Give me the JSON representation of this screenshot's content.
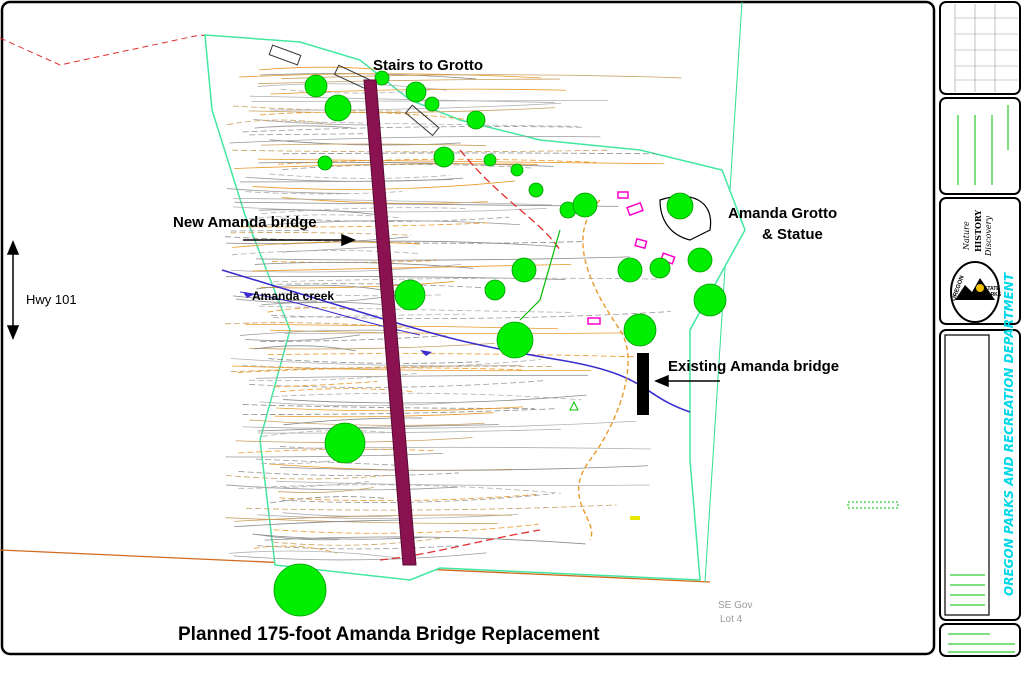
{
  "labels": {
    "stairs": "Stairs to Grotto",
    "new_bridge": "New Amanda bridge",
    "grotto_line1": "Amanda Grotto",
    "grotto_line2": "& Statue",
    "hwy": "Hwy 101",
    "creek": "Amanda creek",
    "existing_bridge": "Existing Amanda bridge",
    "se_gov_line1": "SE Gov",
    "se_gov_line2": "Lot 4",
    "caption": "Planned 175-foot Amanda Bridge Replacement"
  },
  "title_block": {
    "department": "OREGON PARKS AND RECREATION DEPARTMENT",
    "logo_nature": "Nature",
    "logo_history": "HISTORY",
    "logo_discovery": "Discovery",
    "logo_oregon": "OREGON",
    "logo_state_parks": "STATE PARKS"
  },
  "colors": {
    "new_bridge": "#8a1250",
    "existing_bridge": "#000000",
    "creek": "#3a2cd0",
    "trees": "#00ee00",
    "boundary": "#40e8a0",
    "title_cyan": "#00d8e8",
    "contour_orange": "#e89a2a",
    "property_line": "#d2691e",
    "structures": "#ff00cc"
  },
  "icons": [
    "north-south-arrow-icon",
    "pointer-arrow-icon",
    "tree-icon",
    "oregon-state-parks-logo"
  ]
}
